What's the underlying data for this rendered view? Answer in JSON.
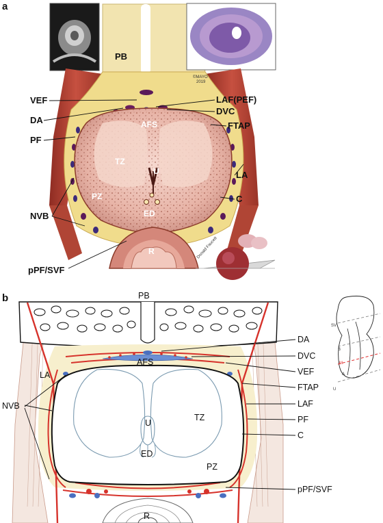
{
  "panel_a": {
    "letter": "a",
    "labels": {
      "pb": "PB",
      "vef": "VEF",
      "da": "DA",
      "pf": "PF",
      "nvb": "NVB",
      "ppf_svf": "pPF/SVF",
      "laf_pef": "LAF(PEF)",
      "dvc": "DVC",
      "ftap": "FTAP",
      "la": "LA",
      "c": "C",
      "afs": "AFS",
      "tz": "TZ",
      "u": "U",
      "pz": "PZ",
      "ed": "ED",
      "r": "R"
    },
    "watermark_line1": "©MAYO",
    "watermark_line2": "2019",
    "artist_signature": "Donald Faucett"
  },
  "panel_b": {
    "letter": "b",
    "labels": {
      "pb": "PB",
      "da": "DA",
      "afs": "AFS",
      "dvc": "DVC",
      "vef": "VEF",
      "ftap": "FTAP",
      "laf": "LAF",
      "pf": "PF",
      "c": "C",
      "la": "LA",
      "nvb": "NVB",
      "tz": "TZ",
      "u": "U",
      "ed": "ED",
      "pz": "PZ",
      "ppf_svf": "pPF/SVF",
      "r": "R"
    },
    "inset_levels": [
      "SV",
      "B",
      "M",
      "A",
      "U"
    ],
    "colors": {
      "fascia_red": "#d6322b",
      "vessel_blue": "#4a6fc0",
      "level_highlight": "#e03030"
    }
  }
}
